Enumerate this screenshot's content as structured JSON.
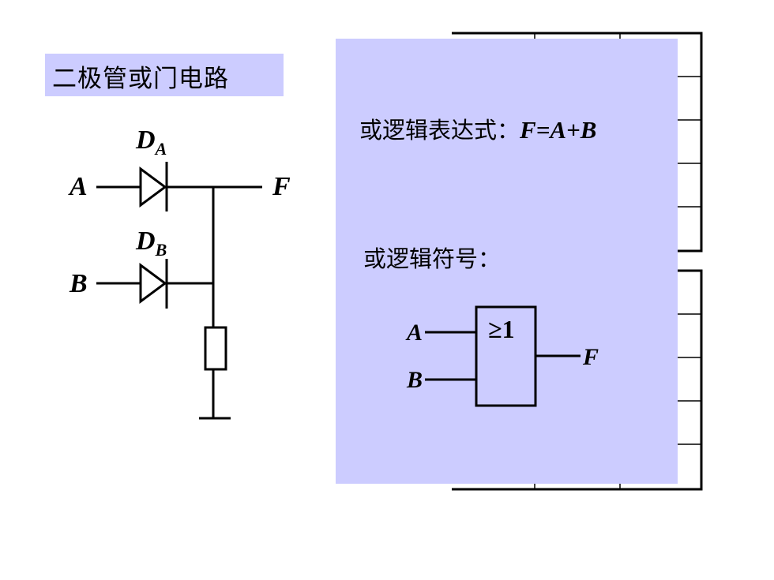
{
  "title": "二极管或门电路",
  "circuit": {
    "input_a": "A",
    "input_b": "B",
    "output": "F",
    "diode_a_letter": "D",
    "diode_a_subscript": "A",
    "diode_b_letter": "D",
    "diode_b_subscript": "B"
  },
  "expression": {
    "label": "或逻辑表达式：",
    "formula": "F=A+B"
  },
  "symbol": {
    "label": "或逻辑符号：",
    "gate_text": "≥1",
    "input_a": "A",
    "input_b": "B",
    "output": "F"
  },
  "colors": {
    "panel": "#ccccff",
    "title_bg": "#ccccff",
    "line": "#000000"
  }
}
